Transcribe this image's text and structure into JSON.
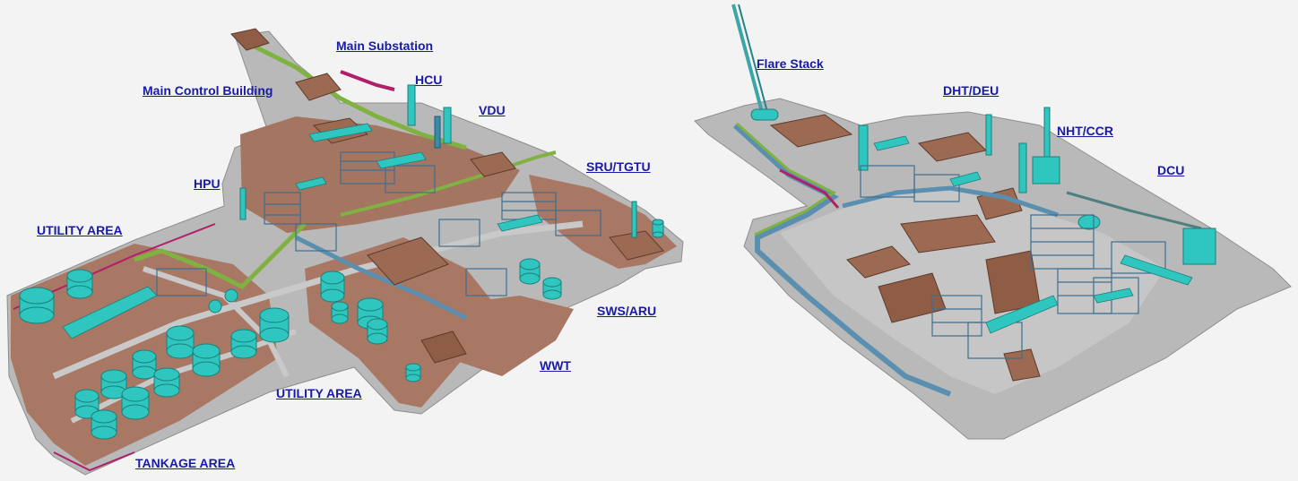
{
  "left_plant": {
    "labels": {
      "main_substation": "Main Substation",
      "main_control_building": "Main Control Building",
      "hcu": "HCU",
      "vdu": "VDU",
      "sru_tgtu": "SRU/TGTU",
      "hpu": "HPU",
      "utility_area_west": "UTILITY AREA",
      "sws_aru": "SWS/ARU",
      "wwt": "WWT",
      "utility_area_south": "UTILITY AREA",
      "tankage_area": "TANKAGE AREA"
    }
  },
  "right_plant": {
    "labels": {
      "flare_stack": "Flare Stack",
      "dht_deu": "DHT/DEU",
      "nht_ccr": "NHT/CCR",
      "dcu": "DCU"
    }
  },
  "colors": {
    "background": "#f3f3f3",
    "label": "#1a1aa8",
    "ground": "#a87864",
    "pavement": "#b9b9b9",
    "equipment": "#2fc6c0",
    "steel": "#5a8fb0",
    "pipe_green": "#7fb240",
    "pipe_magenta": "#b0206a",
    "building": "#9c6a52"
  }
}
